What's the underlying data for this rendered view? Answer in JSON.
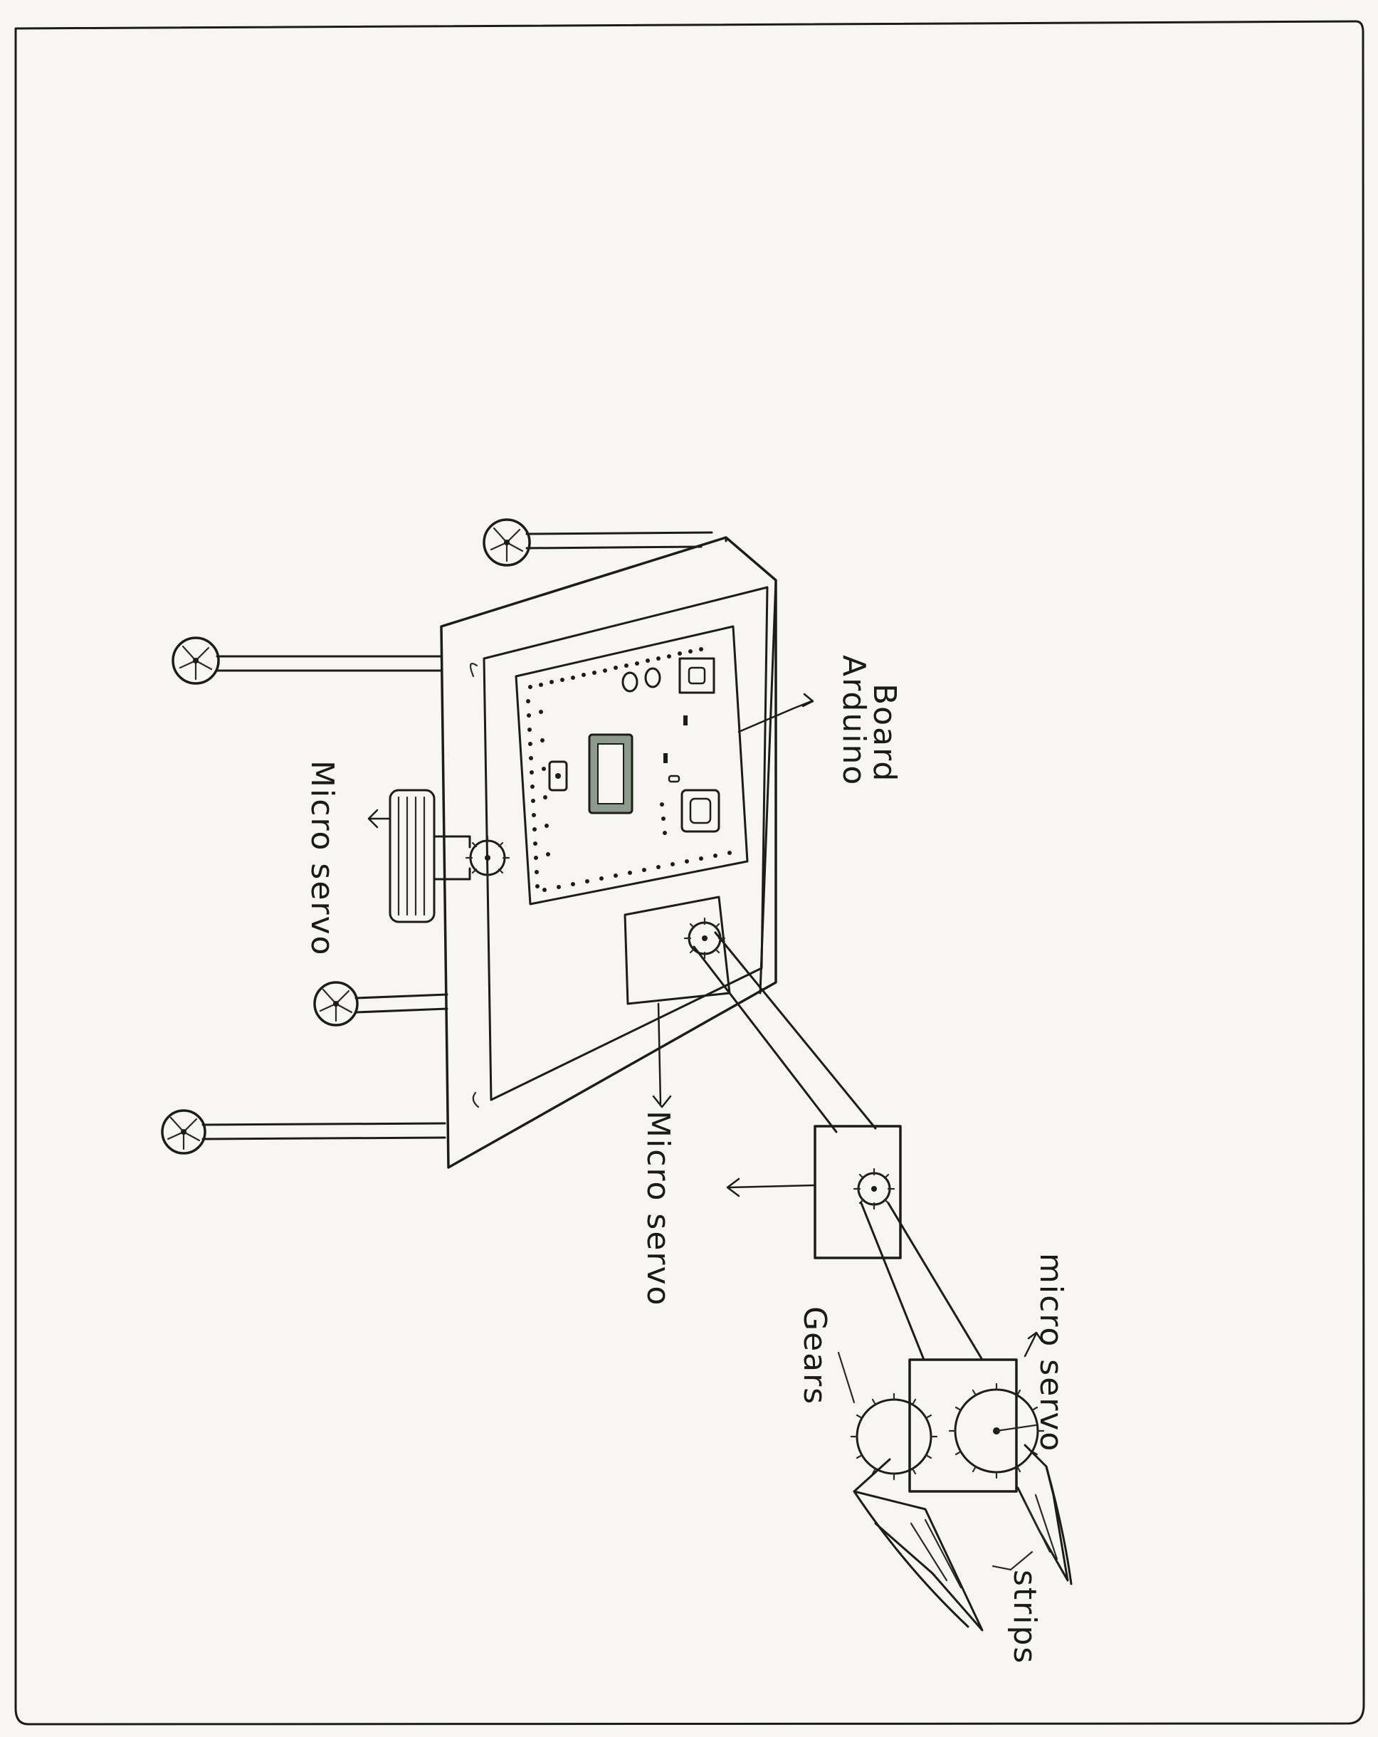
{
  "labels": {
    "arduino_line1": "Arduino",
    "arduino_line2": "Board",
    "servo_left": "Micro servo",
    "servo_center": "Micro servo",
    "servo_right": "micro servo",
    "gears": "Gears",
    "strips": "strips"
  },
  "icons": {
    "wheel": "wheel-icon",
    "gear": "gear-icon",
    "arrow": "arrow-icon"
  },
  "colors": {
    "ink": "#1c1c1c",
    "paper": "#f7f6f3",
    "chip": "#8f9a8f"
  }
}
